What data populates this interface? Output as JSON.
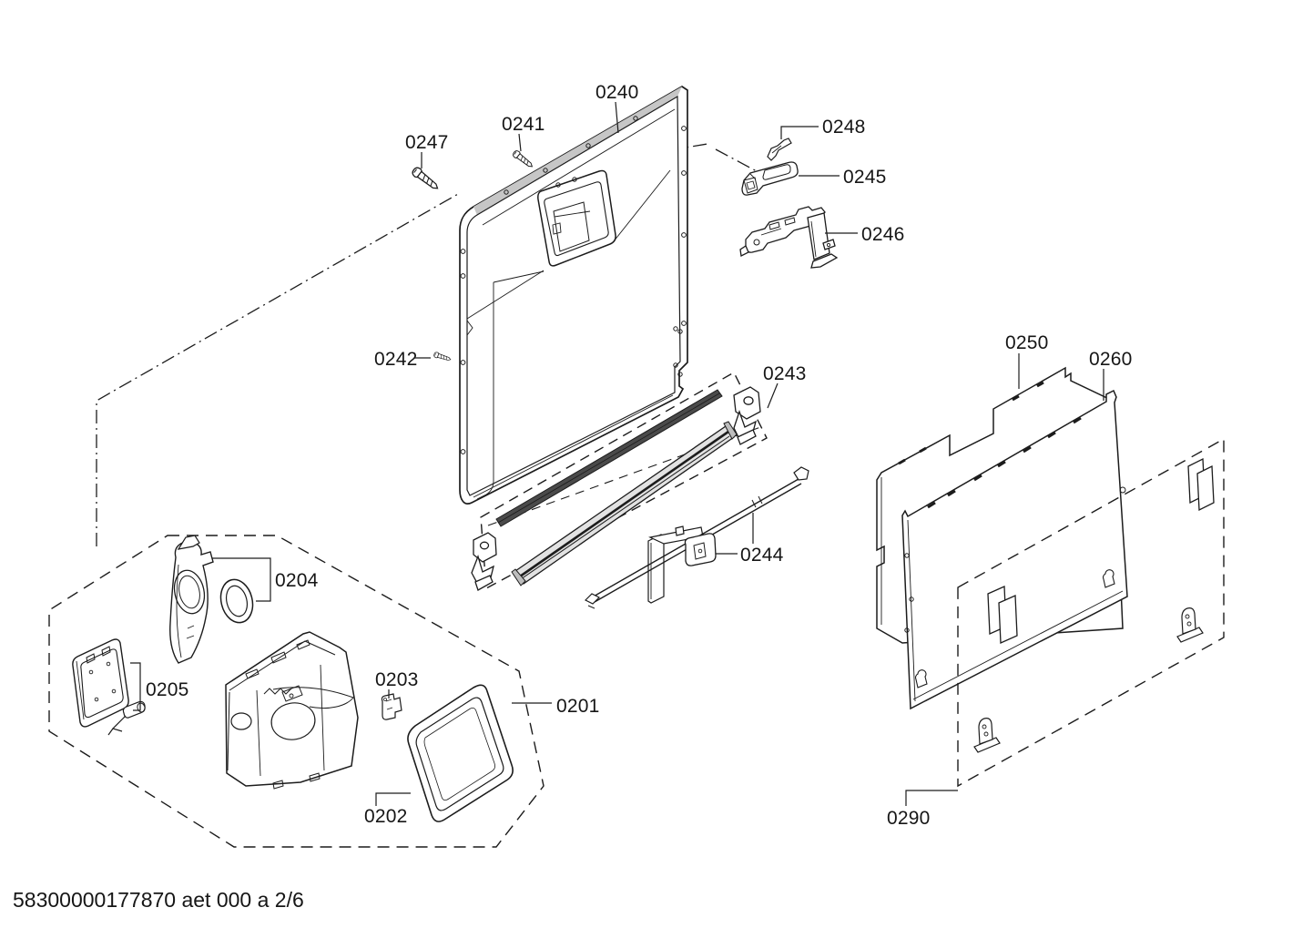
{
  "document": {
    "footer_ref": "58300000177870 aet 000 a 2/6"
  },
  "colors": {
    "background": "#ffffff",
    "line": "#1c1c1c",
    "shade_light": "#d9d9d9",
    "shade_band": "#c6c6c6",
    "shade_dark": "#4a4a4a"
  },
  "callouts": {
    "c0201": {
      "text": "0201"
    },
    "c0202": {
      "text": "0202"
    },
    "c0203": {
      "text": "0203"
    },
    "c0204": {
      "text": "0204"
    },
    "c0205": {
      "text": "0205"
    },
    "c0240": {
      "text": "0240"
    },
    "c0241": {
      "text": "0241"
    },
    "c0242": {
      "text": "0242"
    },
    "c0243": {
      "text": "0243"
    },
    "c0244": {
      "text": "0244"
    },
    "c0245": {
      "text": "0245"
    },
    "c0246": {
      "text": "0246"
    },
    "c0247": {
      "text": "0247"
    },
    "c0248": {
      "text": "0248"
    },
    "c0250": {
      "text": "0250"
    },
    "c0260": {
      "text": "0260"
    },
    "c0290": {
      "text": "0290"
    }
  }
}
